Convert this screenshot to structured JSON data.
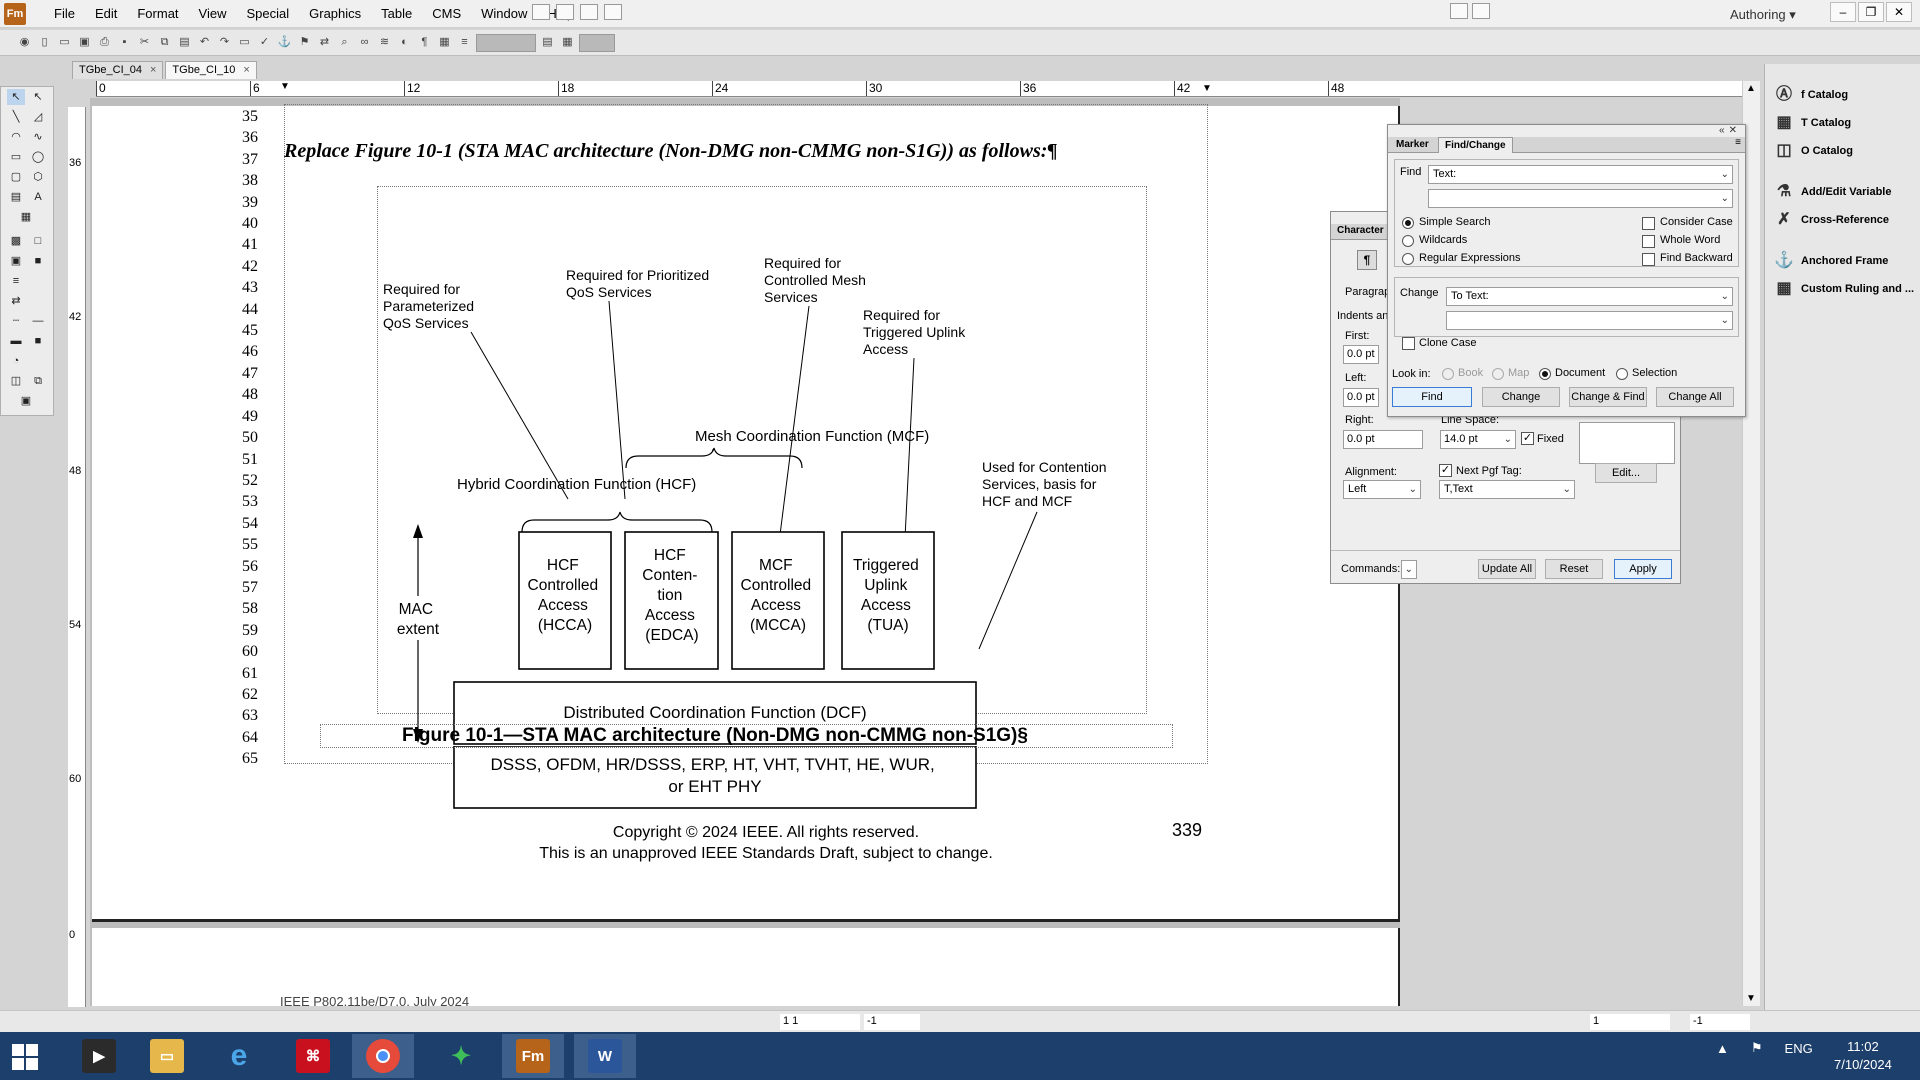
{
  "app": {
    "logo": "Fm",
    "workspace": "Authoring"
  },
  "menu": [
    "File",
    "Edit",
    "Format",
    "View",
    "Special",
    "Graphics",
    "Table",
    "CMS",
    "Window",
    "Help"
  ],
  "tabs": [
    {
      "label": "TGbe_CI_04",
      "close": "×"
    },
    {
      "label": "TGbe_CI_10",
      "close": "×"
    }
  ],
  "ruler": {
    "ticks": [
      "0",
      "6",
      "12",
      "18",
      "24",
      "30",
      "36",
      "42",
      "48"
    ]
  },
  "vruler": {
    "ticks": [
      "36",
      "42",
      "48",
      "54",
      "60",
      "0"
    ]
  },
  "line_numbers": [
    "35",
    "36",
    "37",
    "38",
    "39",
    "40",
    "41",
    "42",
    "43",
    "44",
    "45",
    "46",
    "47",
    "48",
    "49",
    "50",
    "51",
    "52",
    "53",
    "54",
    "55",
    "56",
    "57",
    "58",
    "59",
    "60",
    "61",
    "62",
    "63",
    "64",
    "65"
  ],
  "document": {
    "instruction": "Replace Figure 10-1 (STA MAC architecture (Non-DMG non-CMMG non-S1G)) as follows:¶",
    "caption": "Figure 10-1—STA MAC architecture (Non-DMG non-CMMG non-S1G)§",
    "copyright": "Copyright © 2024 IEEE. All rights reserved.",
    "draft_notice": "This is an unapproved IEEE Standards Draft, subject to change.",
    "page_number": "339",
    "next_page_header": "IEEE P802.11be/D7.0, July 2024"
  },
  "diagram": {
    "notes": {
      "param_qos": [
        "Required for",
        "Parameterized",
        "QoS Services"
      ],
      "prio_qos": [
        "Required for Prioritized",
        "QoS Services"
      ],
      "mesh": [
        "Required for",
        "Controlled Mesh",
        "Services"
      ],
      "uplink": [
        "Required for",
        "Triggered Uplink",
        "Access"
      ],
      "contention": [
        "Used for Contention",
        "Services, basis for",
        "HCF and MCF"
      ]
    },
    "mcf_label": "Mesh Coordination Function (MCF)",
    "hcf_label": "Hybrid Coordination Function (HCF)",
    "mac_extent": [
      "MAC",
      "extent"
    ],
    "boxes": {
      "hcca": [
        "HCF",
        "Controlled",
        "Access",
        "(HCCA)"
      ],
      "edca": [
        "HCF",
        "Conten-",
        "tion",
        "Access",
        "(EDCA)"
      ],
      "mcca": [
        "MCF",
        "Controlled",
        "Access",
        "(MCCA)"
      ],
      "tua": [
        "Triggered",
        "Uplink",
        "Access",
        "(TUA)"
      ]
    },
    "dcf": "Distributed Coordination Function (DCF)",
    "phy": [
      "DSSS, OFDM, HR/DSSS, ERP, HT, VHT, TVHT, HE, WUR,",
      "or EHT PHY"
    ]
  },
  "find_dialog": {
    "tab_marker": "Marker",
    "tab_find": "Find/Change",
    "find_label": "Find",
    "find_type": "Text:",
    "find_value": "",
    "search_modes": [
      "Simple Search",
      "Wildcards",
      "Regular Expressions"
    ],
    "options": [
      "Consider Case",
      "Whole Word",
      "Find Backward"
    ],
    "change_label": "Change",
    "change_type": "To Text:",
    "change_value": "",
    "clone_case": "Clone Case",
    "look_in": "Look in:",
    "scopes": [
      "Book",
      "Map",
      "Document",
      "Selection"
    ],
    "buttons": [
      "Find",
      "Change",
      "Change & Find",
      "Change All"
    ]
  },
  "para_dialog": {
    "title": "Character",
    "paragraph_tab": "Paragrap",
    "indents": "Indents an",
    "first_label": "First:",
    "first_value": "0.0 pt",
    "left_label": "Left:",
    "left_value": "0.0 pt",
    "right_label": "Right:",
    "right_value": "0.0 pt",
    "line_space_label": "Line Space:",
    "line_space_value": "14.0 pt",
    "fixed": "Fixed",
    "alignment_label": "Alignment:",
    "alignment_value": "Left",
    "next_pgf_label": "Next Pgf Tag:",
    "next_pgf_value": "T,Text",
    "edit": "Edit...",
    "commands": "Commands:",
    "buttons": [
      "Update All",
      "Reset",
      "Apply"
    ]
  },
  "right_panel": [
    {
      "label": "f Catalog",
      "icon": "function-catalog-icon"
    },
    {
      "label": "T Catalog",
      "icon": "table-catalog-icon"
    },
    {
      "label": "O Catalog",
      "icon": "object-catalog-icon"
    },
    {
      "label": "Add/Edit Variable",
      "icon": "variable-icon"
    },
    {
      "label": "Cross-Reference",
      "icon": "cross-reference-icon"
    },
    {
      "label": "Anchored Frame",
      "icon": "anchor-icon"
    },
    {
      "label": "Custom Ruling and ...",
      "icon": "ruling-icon"
    }
  ],
  "status": {
    "field1": "1 1",
    "field2": "-1",
    "field3": "1",
    "field4": "-1"
  },
  "taskbar": {
    "apps": [
      "Windows Explorer",
      "File Explorer",
      "Internet Explorer",
      "Acrobat",
      "Chrome",
      "Editor",
      "FrameMaker",
      "Word"
    ],
    "lang": "ENG",
    "time": "11:02",
    "date": "7/10/2024"
  }
}
